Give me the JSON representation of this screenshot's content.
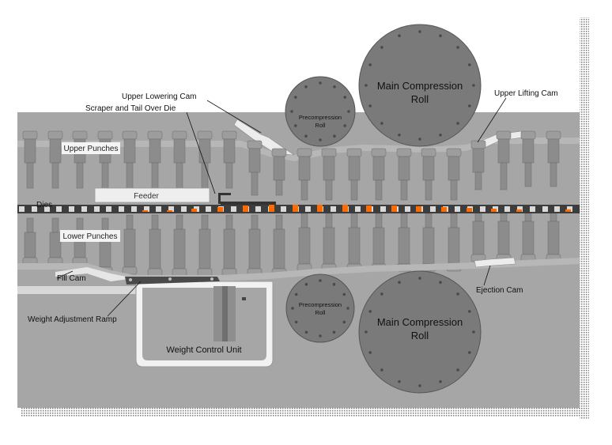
{
  "diagram": {
    "labels": {
      "upper_lowering_cam": "Upper  Lowering Cam",
      "scraper_tail": "Scraper and Tail Over Die",
      "upper_punches": "Upper Punches",
      "upper_lifting_cam": "Upper  Lifting Cam",
      "feeder": "Feeder",
      "dies": "Dies",
      "lower_punches": "Lower Punches",
      "fill_cam": "Fill Cam",
      "weight_adjustment_ramp": "Weight Adjustment Ramp",
      "weight_control_unit": "Weight Control Unit",
      "ejection_cam": "Ejection Cam",
      "precompression_upper": "Precompression Roll",
      "precompression_lower": "Precompression Roll",
      "main_compression_upper": "Main Compression Roll",
      "main_compression_lower": "Main Compression Roll"
    },
    "colors": {
      "background": "#a6a6a6",
      "punch": "#8c8c8c",
      "punch_head": "#9d9d9d",
      "punch_outline": "#6a6a6a",
      "roll": "#7a7a7a",
      "roll_bolt": "#4a4a4a",
      "die_dark": "#3d3d3d",
      "die_light": "#d9d9d9",
      "powder": "#ff6a00",
      "feeder": "#eeeeee",
      "cam": "#e6e6e6",
      "weight_unit": "#f2f2f2",
      "ramp": "#4a4a4a",
      "label_box": "#f4f4f4"
    }
  }
}
